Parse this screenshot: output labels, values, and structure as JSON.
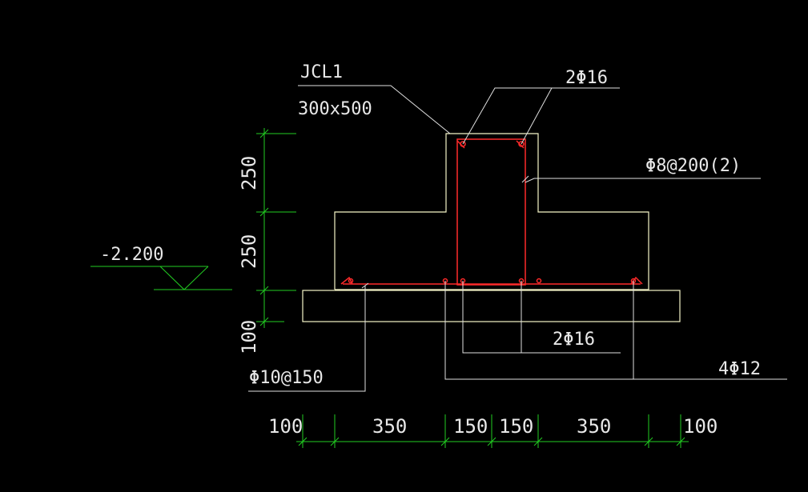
{
  "colors": {
    "background": "#000000",
    "outline": "#f5f5c8",
    "rebar": "#ff2a2a",
    "dimension": "#22cc22",
    "leader": "#e0e0e0",
    "text": "#e8e8e8"
  },
  "labels": {
    "beam_name": "JCL1",
    "beam_size": "300x500",
    "top_bars": "2Φ16",
    "stirrup": "Φ8@200(2)",
    "elevation": "-2.200",
    "middle_bars": "2Φ16",
    "bottom_bars": "4Φ12",
    "distribution_bars": "Φ10@150"
  },
  "vertical_dims": {
    "upper": "250",
    "lower": "250",
    "base": "100"
  },
  "horizontal_dims": {
    "d1": "100",
    "d2": "350",
    "d3": "150",
    "d4": "150",
    "d5": "350",
    "d6": "100"
  }
}
